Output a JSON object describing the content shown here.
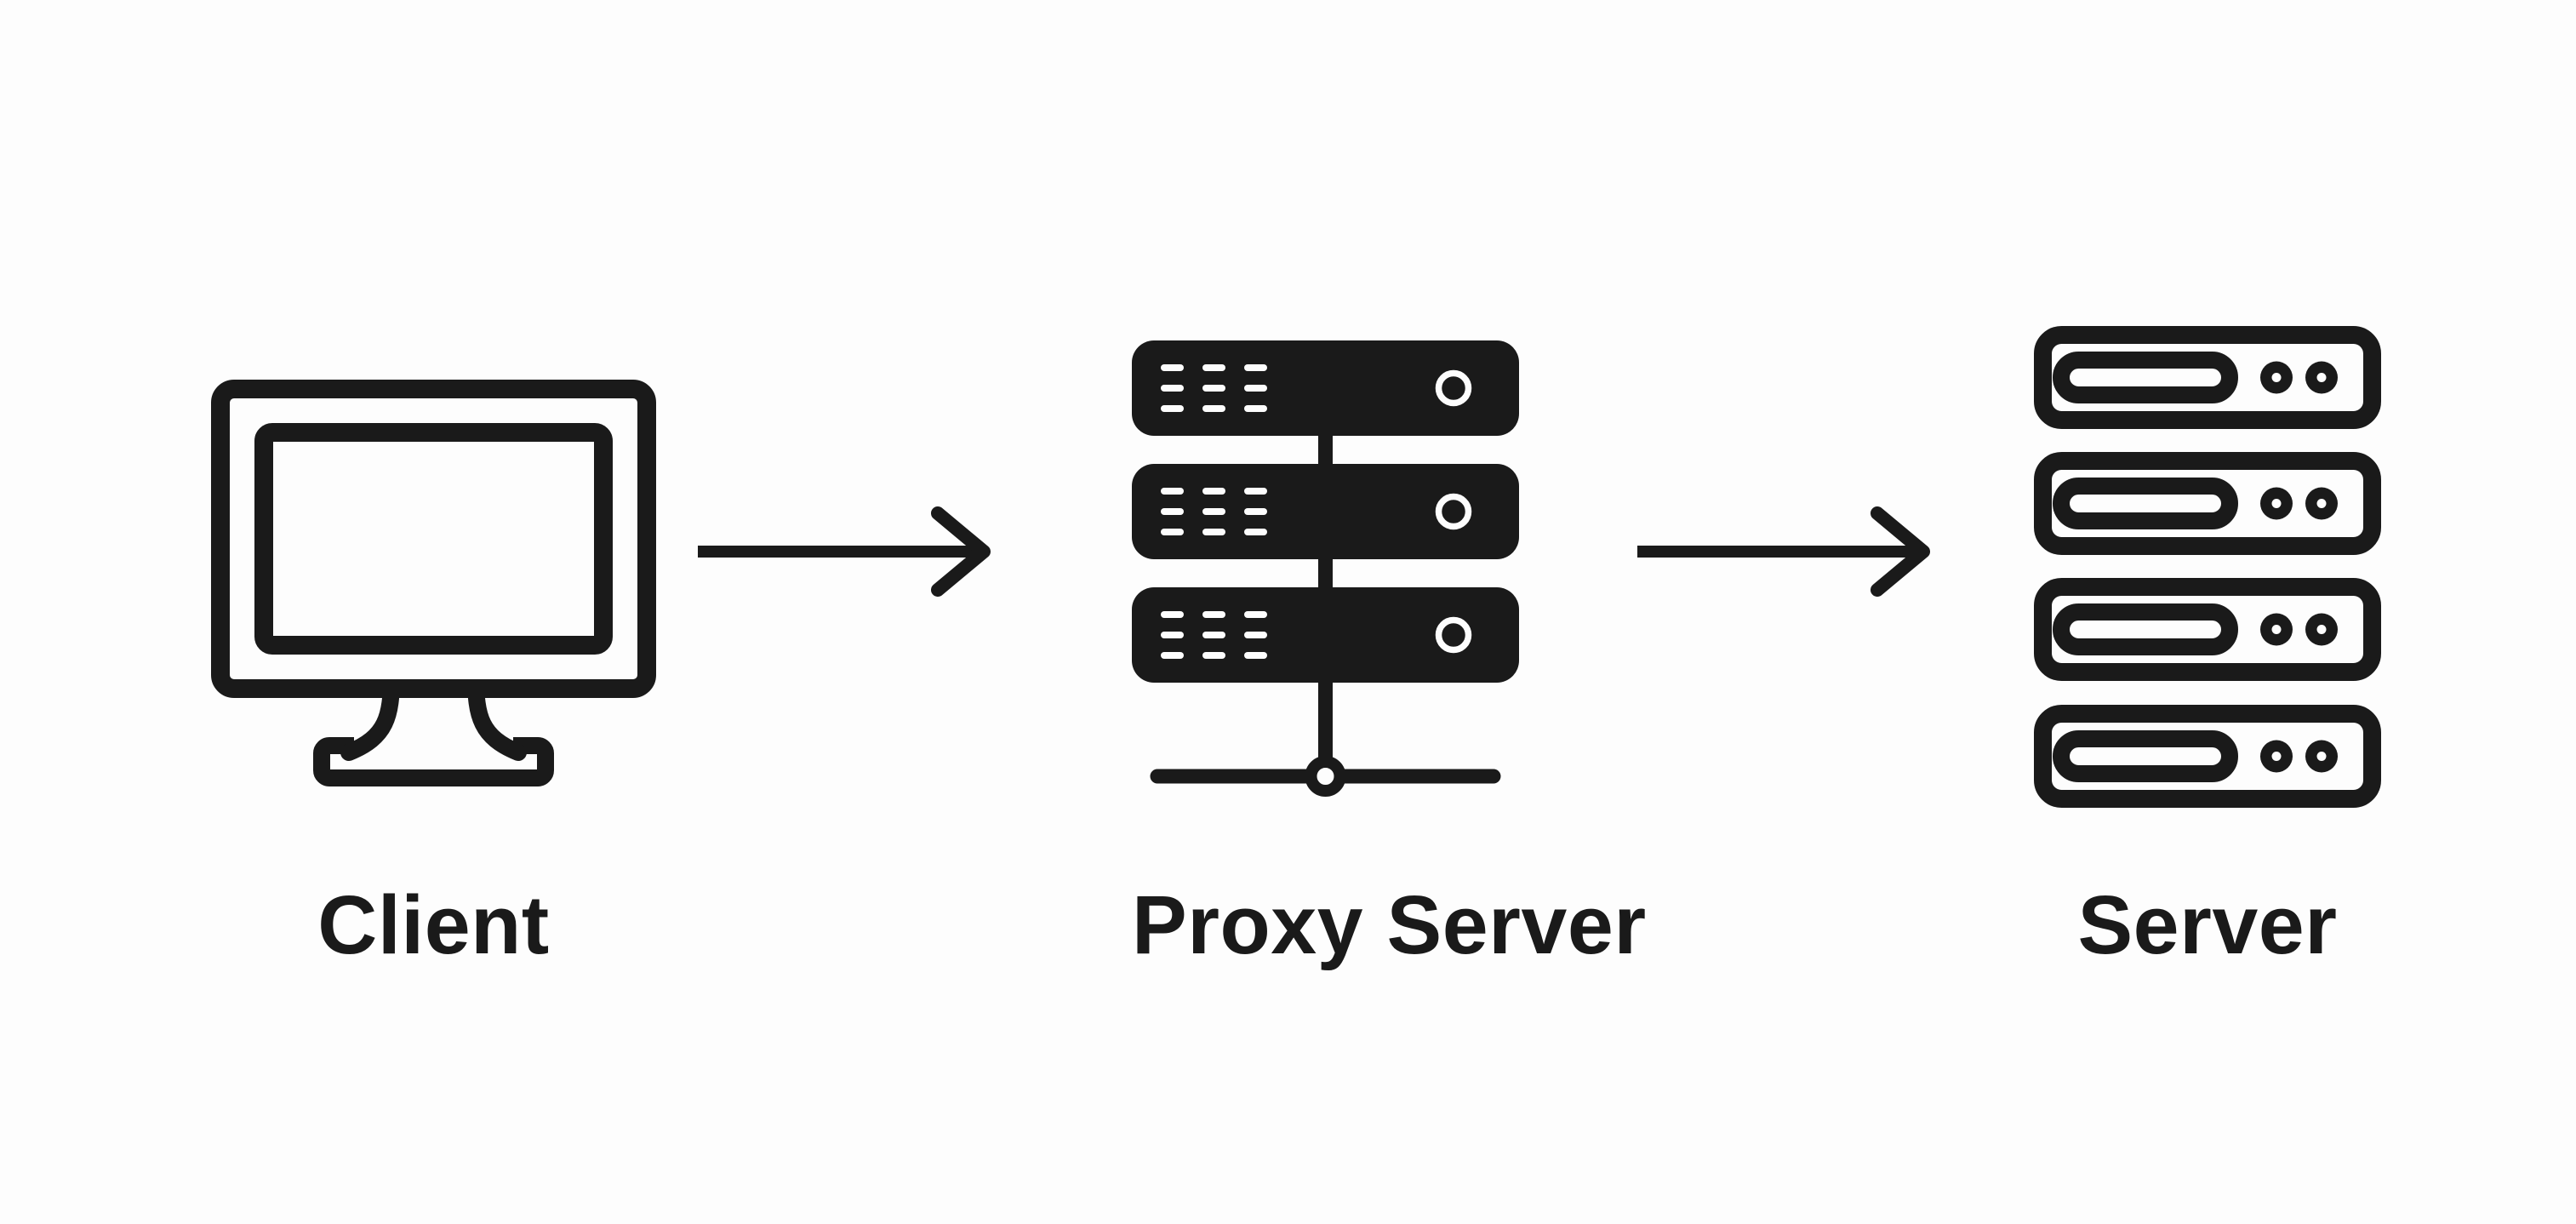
{
  "diagram": {
    "title": "Client to Server via Proxy diagram",
    "background": "#fdfdfd",
    "ink": "#1a1a1a",
    "nodes": [
      {
        "id": "client",
        "label": "Client",
        "icon": "desktop-monitor-icon"
      },
      {
        "id": "proxy-server",
        "label": "Proxy Server",
        "icon": "server-rack-filled-network-icon"
      },
      {
        "id": "server",
        "label": "Server",
        "icon": "server-rack-outline-icon"
      }
    ],
    "connections": [
      {
        "from": "client",
        "to": "proxy-server",
        "style": "right-arrow"
      },
      {
        "from": "proxy-server",
        "to": "server",
        "style": "right-arrow"
      }
    ]
  }
}
